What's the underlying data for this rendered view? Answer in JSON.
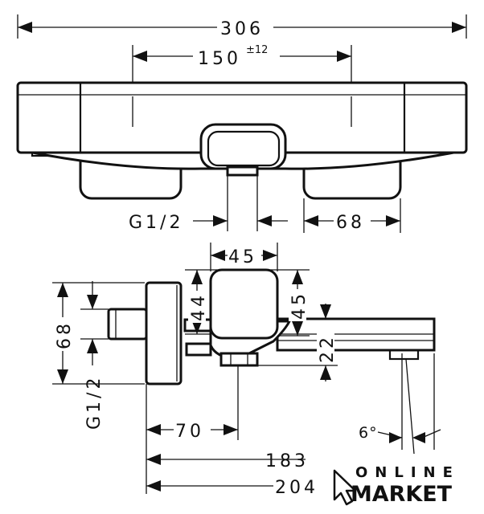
{
  "drawing": {
    "top_view": {
      "overall_width": "306",
      "center_distance": "150",
      "center_distance_tolerance": "±12",
      "connection_thread": "G1/2",
      "handle_width": "68"
    },
    "side_view": {
      "cube_width": "45",
      "cube_height_left": "44",
      "cube_height_right": "45",
      "wall_height": "68",
      "connection_thread": "G1/2",
      "spout_height": "22",
      "outlet_distance": "70",
      "projection_183": "183",
      "projection_204": "204",
      "spout_angle": "6°"
    }
  },
  "logo": {
    "line1": "ONLINE",
    "line2": "MARKET"
  }
}
